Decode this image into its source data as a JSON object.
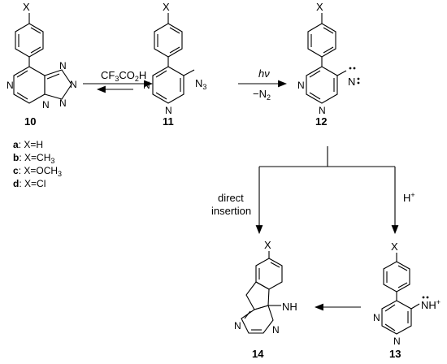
{
  "compounds": {
    "c10": {
      "number": "10",
      "x_atom": "X",
      "atoms": [
        "N",
        "N",
        "N",
        "N",
        "N"
      ]
    },
    "c11": {
      "number": "11",
      "x_atom": "X",
      "azide_n": "N",
      "azide_sub": "3",
      "atoms": [
        "N",
        "N"
      ]
    },
    "c12": {
      "number": "12",
      "x_atom": "X",
      "nitrene": "N",
      "atoms": [
        "N",
        "N"
      ]
    },
    "c13": {
      "number": "13",
      "x_atom": "X",
      "nh": "NH",
      "charge": "+",
      "atoms": [
        "N",
        "N"
      ]
    },
    "c14": {
      "number": "14",
      "x_atom": "X",
      "nh": "NH",
      "atoms": [
        "N",
        "N"
      ]
    }
  },
  "substituents": [
    {
      "letter": "a",
      "text": ": X=H"
    },
    {
      "letter": "b",
      "text": ": X=CH",
      "sub": "3"
    },
    {
      "letter": "c",
      "text": ": X=OCH",
      "sub": "3"
    },
    {
      "letter": "d",
      "text": ": X=Cl"
    }
  ],
  "reagents": {
    "acid": {
      "p1": "CF",
      "s1": "3",
      "p2": "CO",
      "s2": "2",
      "p3": "H"
    },
    "light": "hν",
    "loss": "−N",
    "loss_sub": "2",
    "direct_line1": "direct",
    "direct_line2": "insertion",
    "proton": "H",
    "proton_sup": "+"
  }
}
